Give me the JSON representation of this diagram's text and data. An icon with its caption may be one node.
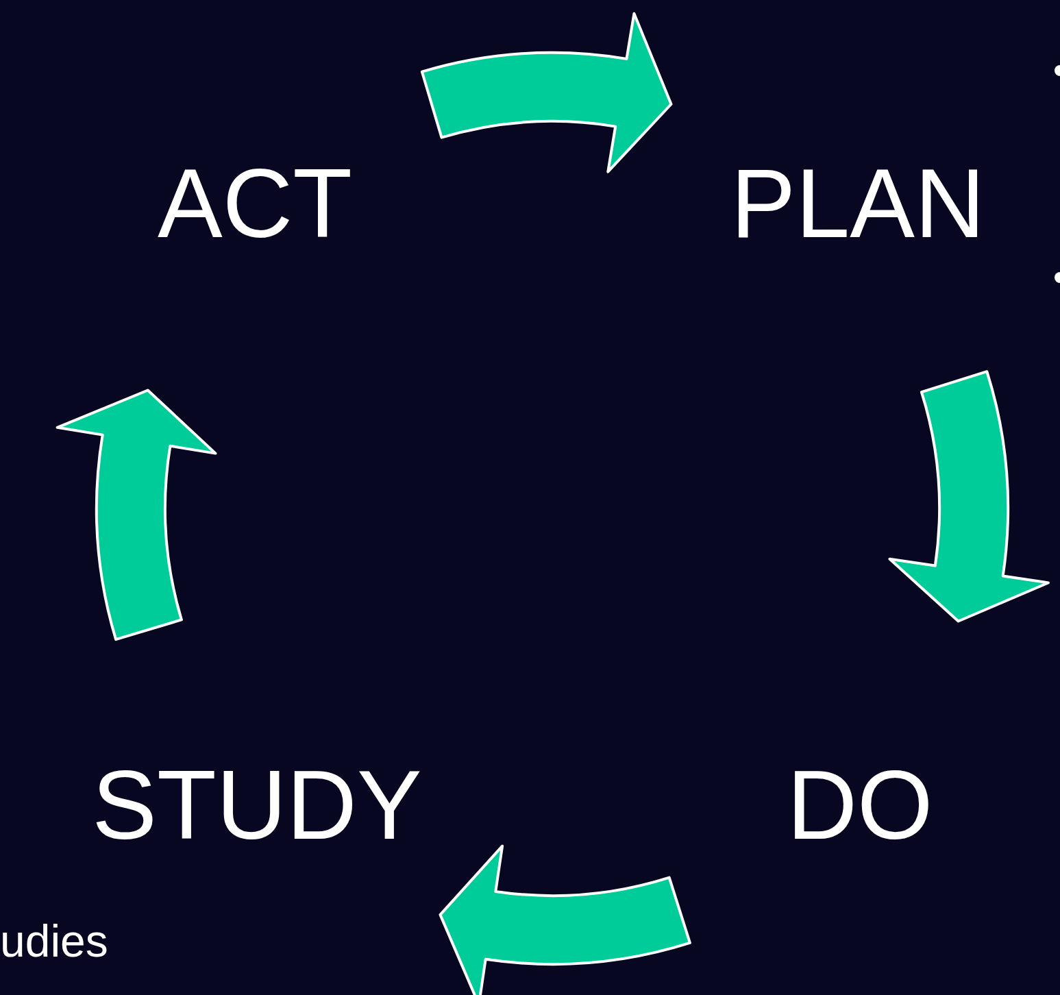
{
  "diagram": {
    "nodes": [
      {
        "text": [
          "ACT"
        ]
      },
      {
        "text": [
          "PLAN"
        ]
      },
      {
        "text": [
          "DO"
        ]
      },
      {
        "text": [
          "STUDY"
        ]
      }
    ],
    "edges": [
      {
        "from": 0,
        "to": 1,
        "arrow": "to"
      },
      {
        "from": 1,
        "to": 2,
        "arrow": "to"
      },
      {
        "from": 2,
        "to": 3,
        "arrow": "to"
      },
      {
        "from": 3,
        "to": 0,
        "arrow": "to"
      }
    ],
    "labels": [
      "udies"
    ]
  }
}
